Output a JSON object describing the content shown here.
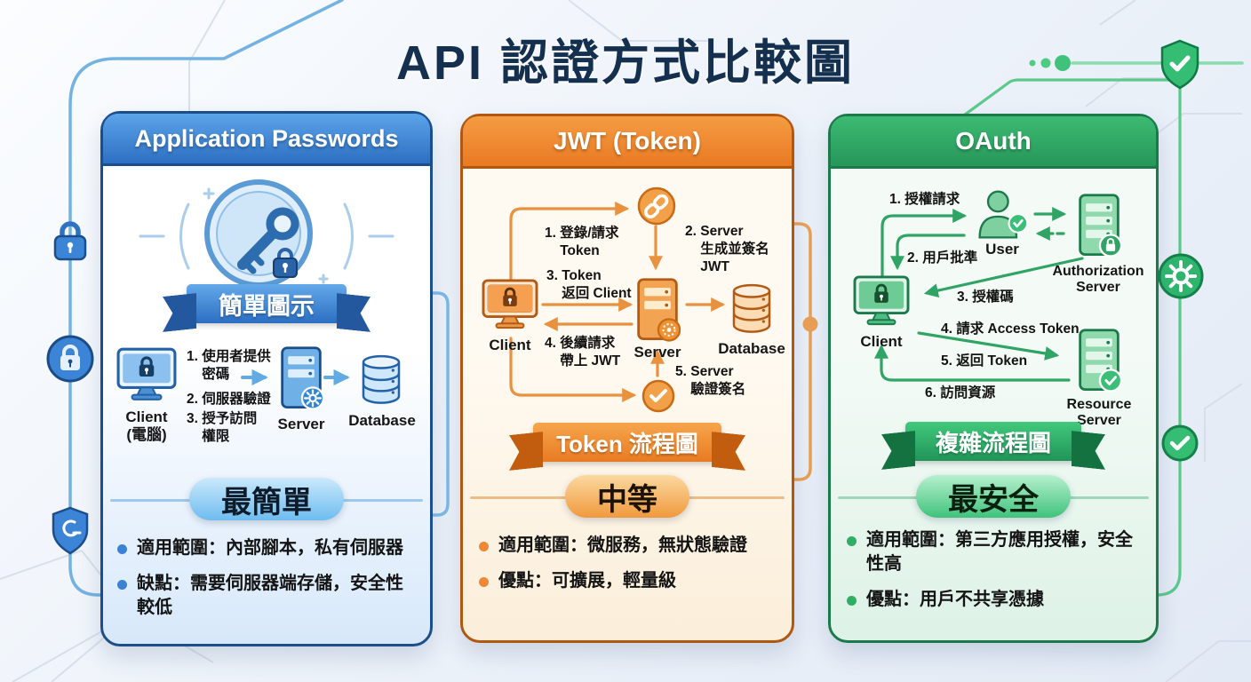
{
  "title": "API 認證方式比較圖",
  "colors": {
    "blue": "#2d6fc2",
    "orange": "#e97a23",
    "green": "#27975a",
    "title_color": "#14304e"
  },
  "panels": {
    "passwords": {
      "title": "Application Passwords",
      "banner": "簡單圖示",
      "badge": "最簡單",
      "nodes": {
        "client": "Client",
        "client_sub": "(電腦)",
        "server": "Server",
        "database": "Database"
      },
      "steps": [
        "1. 使用者提供\n    密碼",
        "2. 伺服器驗證",
        "3. 授予訪問\n    權限"
      ],
      "bullets": [
        "適用範圍：內部腳本，私有伺服器",
        "缺點：需要伺服器端存儲，安全性較低"
      ]
    },
    "jwt": {
      "title": "JWT (Token)",
      "banner": "Token 流程圖",
      "badge": "中等",
      "nodes": {
        "client": "Client",
        "server": "Server",
        "database": "Database"
      },
      "steps": [
        "1. 登錄/請求\n    Token",
        "2. Server\n    生成並簽名\n    JWT",
        "3. Token\n    返回 Client",
        "4. 後續請求\n    帶上 JWT",
        "5. Server\n    驗證簽名"
      ],
      "bullets": [
        "適用範圍：微服務，無狀態驗證",
        "優點：可擴展，輕量級"
      ]
    },
    "oauth": {
      "title": "OAuth",
      "banner": "複雜流程圖",
      "badge": "最安全",
      "nodes": {
        "user": "User",
        "auth_server": "Authorization\nServer",
        "client": "Client",
        "resource_server": "Resource\nServer"
      },
      "steps": [
        "1. 授權請求",
        "2. 用戶批準",
        "3. 授權碼",
        "4. 請求 Access Token",
        "5. 返回 Token",
        "6. 訪問資源"
      ],
      "bullets": [
        "適用範圍：第三方應用授權，安全性高",
        "優點：用戶不共享憑據"
      ]
    }
  }
}
